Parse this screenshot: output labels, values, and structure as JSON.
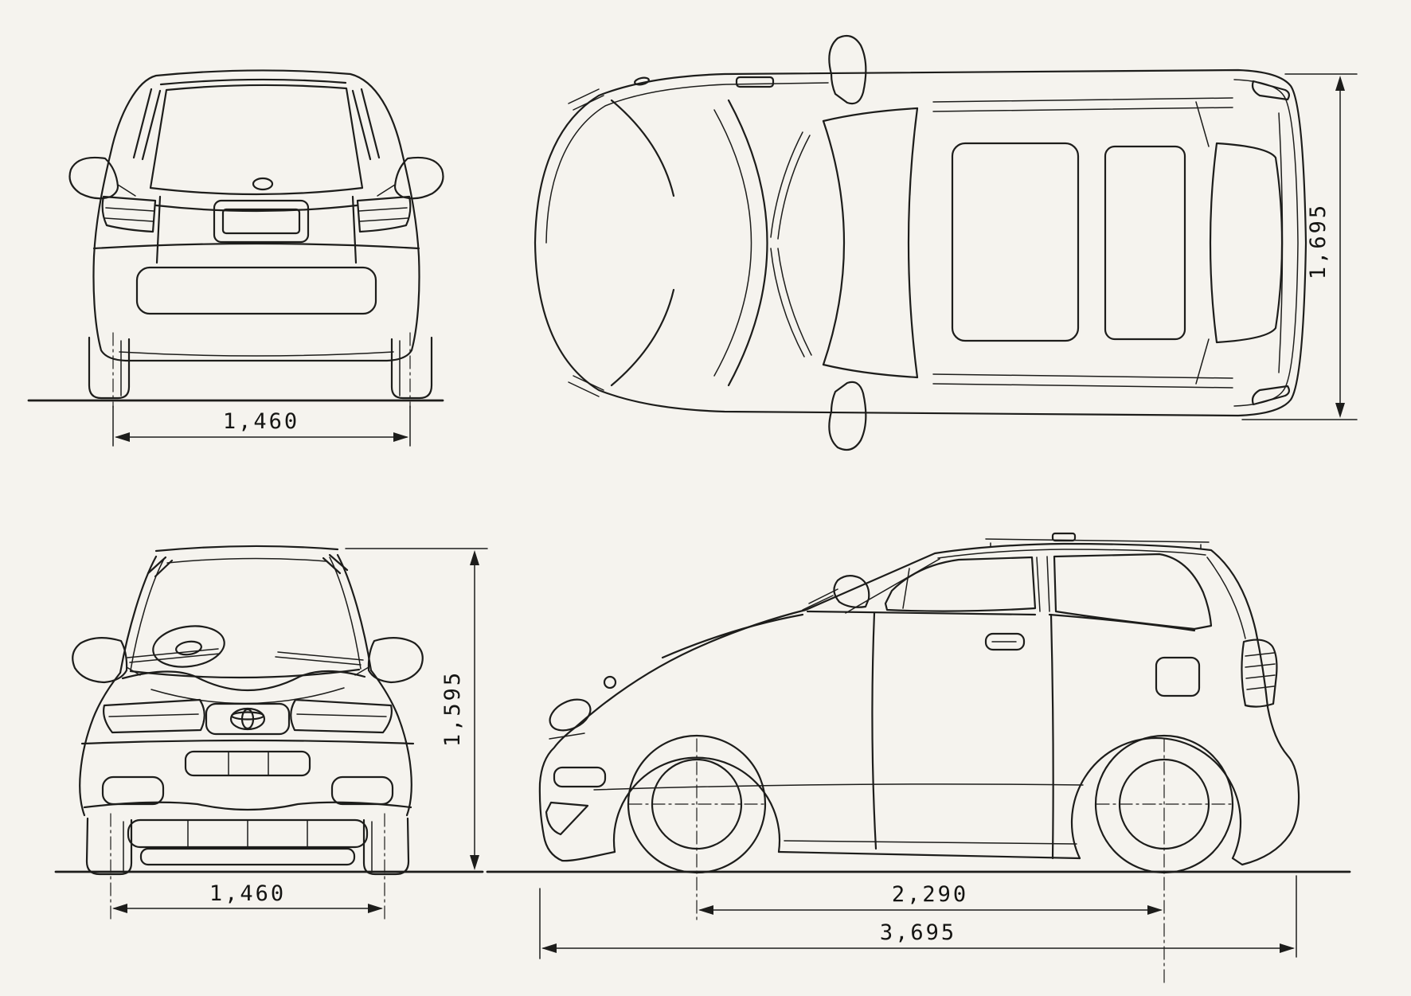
{
  "colors": {
    "paper": "#f5f3ee",
    "ink": "#1d1d1b"
  },
  "views": {
    "rear": {
      "track_width": "1,460"
    },
    "top": {
      "overall_width": "1,695"
    },
    "front": {
      "track_width": "1,460",
      "overall_height": "1,595"
    },
    "side": {
      "wheelbase": "2,290",
      "overall_length": "3,695"
    }
  }
}
